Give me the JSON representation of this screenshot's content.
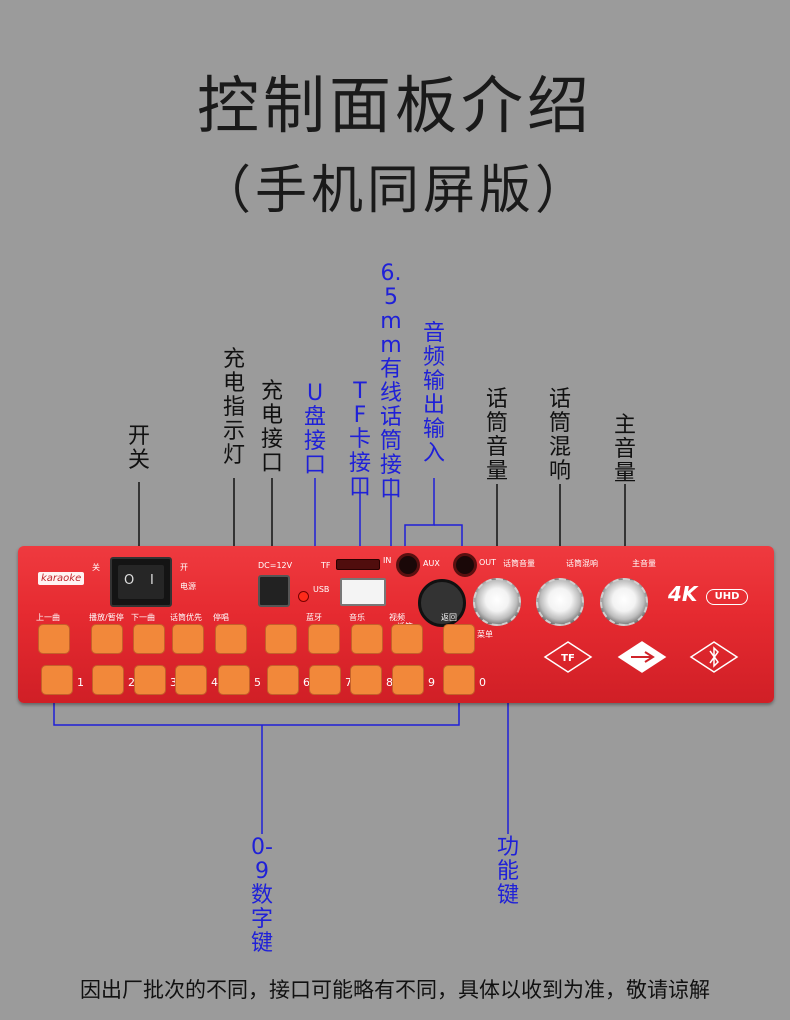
{
  "title": "控制面板介绍",
  "subtitle": "（手机同屏版）",
  "labels": {
    "power_switch": "开关",
    "charge_indicator": "充电指示灯",
    "charge_port": "充电接口",
    "usb_port": "U盘接口",
    "tf_port": "TF卡接口",
    "mic_input_6_5": "6.5mm有线话筒接口",
    "audio_io": "音频输出输入",
    "mic_volume": "话筒音量",
    "mic_reverb": "话筒混响",
    "master_volume": "主音量",
    "digit_keys": "0-9数字键",
    "function_keys": "功能键"
  },
  "panel": {
    "brand": "karaoke",
    "switch_off": "关",
    "switch_on": "开",
    "power": "电源",
    "dc": "DC=12V",
    "tf": "TF",
    "usb": "USB",
    "in": "IN",
    "aux": "AUX",
    "out": "OUT",
    "mic_vol_small": "话筒音量",
    "mic_reverb_small": "话筒混响",
    "master_small": "主音量",
    "mic_small": "话筒",
    "menu_small": "菜单",
    "logo_4k": "4K",
    "logo_uhd": "UHD",
    "function_key_labels": [
      "上一曲",
      "播放/暂停",
      "下一曲",
      "话筒优先",
      "停唱",
      "",
      "蓝牙",
      "音乐",
      "视频",
      "返回",
      ""
    ],
    "digits": [
      "1",
      "2",
      "3",
      "4",
      "5",
      "6",
      "7",
      "8",
      "9",
      "0"
    ]
  },
  "footer": "因出厂批次的不同，接口可能略有不同，具体以收到为准，敬请谅解"
}
